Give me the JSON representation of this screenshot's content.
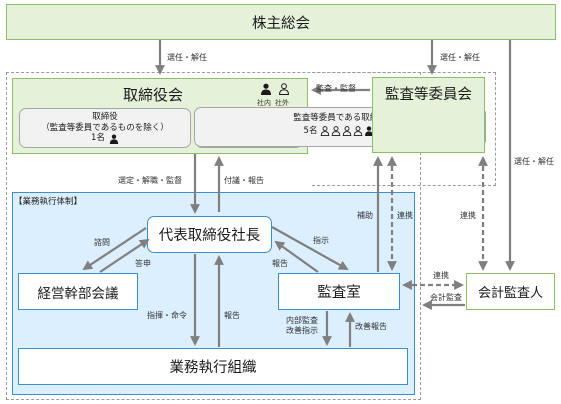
{
  "shareholders": "株主総会",
  "board": {
    "title": "取締役会",
    "legend_inside": "社内",
    "legend_outside": "社外",
    "left_box_line1": "取締役",
    "left_box_line2": "（監査等委員であるものを除く）",
    "left_box_line3": "1名",
    "right_box_line1": "監査等委員である取締役",
    "right_box_line2": "5名"
  },
  "audit_committee": "監査等委員会",
  "exec_system_label": "【業務執行体制】",
  "ceo": "代表取締役社長",
  "mgmt_meeting": "経営幹部会議",
  "audit_office": "監査室",
  "operations": "業務執行組織",
  "accounting_auditor": "会計監査人",
  "labels": {
    "elect1": "選任・解任",
    "elect2": "選任・解任",
    "elect3": "選任・解任",
    "audit_supervise": "監査・監督",
    "select_dismiss": "選定・解職・監督",
    "refer_report": "付議・報告",
    "assist": "補助",
    "cooperate1": "連携",
    "cooperate2": "連携",
    "cooperate3": "連携",
    "consult": "諮問",
    "reply": "答申",
    "instruct": "指示",
    "report1": "報告",
    "report2": "報告",
    "command": "指揮・命令",
    "accounting_audit": "会計監査",
    "internal_audit": "内部監査",
    "improve_instruct": "改善指示",
    "improve_report": "改善報告"
  },
  "colors": {
    "green_fill": "#e5f1d9",
    "green_border": "#8cbf6a",
    "blue_fill": "#dcefff",
    "blue_border": "#3b8fd0",
    "arrow": "#7f7f7f"
  }
}
